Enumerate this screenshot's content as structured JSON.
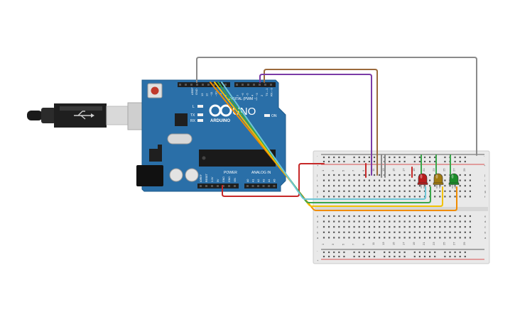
{
  "board": {
    "logo_text": "UNO",
    "brand_text": "ARDUINO",
    "digital_header": "DIGITAL (PWM ~)",
    "on_label": "ON",
    "l_label": "L",
    "tx_label": "TX",
    "rx_label": "RX",
    "power_label": "POWER",
    "analog_label": "ANALOG IN",
    "aref_label": "AREF",
    "gnd_label": "GND",
    "power_pins": [
      "IOREF",
      "RESET",
      "3.3V",
      "5V",
      "GND",
      "GND",
      "VIN"
    ],
    "analog_pins": [
      "A0",
      "A1",
      "A2",
      "A3",
      "A4",
      "A5"
    ],
    "digital_pins_left": [
      "13",
      "12",
      "~11",
      "~10",
      "~9",
      "8"
    ],
    "digital_pins_right": [
      "7",
      "~6",
      "~5",
      "4",
      "~3",
      "2",
      "TX→1",
      "RX←0"
    ]
  },
  "breadboard": {
    "top_minus": "-",
    "top_plus": "+",
    "bottom_minus": "-",
    "bottom_plus": "+",
    "rows_top": [
      "j",
      "i",
      "h",
      "g",
      "f"
    ],
    "rows_bottom": [
      "e",
      "d",
      "c",
      "b",
      "a"
    ],
    "columns": [
      "1",
      "3",
      "5",
      "7",
      "9",
      "11",
      "13",
      "15",
      "17",
      "19",
      "21",
      "23",
      "25",
      "27",
      "29"
    ]
  },
  "leds": [
    {
      "name": "red-led",
      "color": "#b71c1c"
    },
    {
      "name": "yellow-led",
      "color": "#a07a10"
    },
    {
      "name": "green-led",
      "color": "#1b8c2a"
    }
  ],
  "colors": {
    "board": "#2a6fa8",
    "board_edge": "#1d5b8c",
    "header": "#222222",
    "breadboard": "#e9e9e9",
    "rail_red": "#d11a1a",
    "rail_blue": "#333333",
    "wire_gray": "#8a8a8a",
    "wire_brown": "#9a6a3c",
    "wire_purple": "#7b3aa6",
    "wire_red": "#c62828",
    "wire_orange": "#f08c00",
    "wire_yellow": "#f2c200",
    "wire_green": "#3aa64a",
    "wire_cyan": "#6fc6d6",
    "usb": "#333333"
  }
}
